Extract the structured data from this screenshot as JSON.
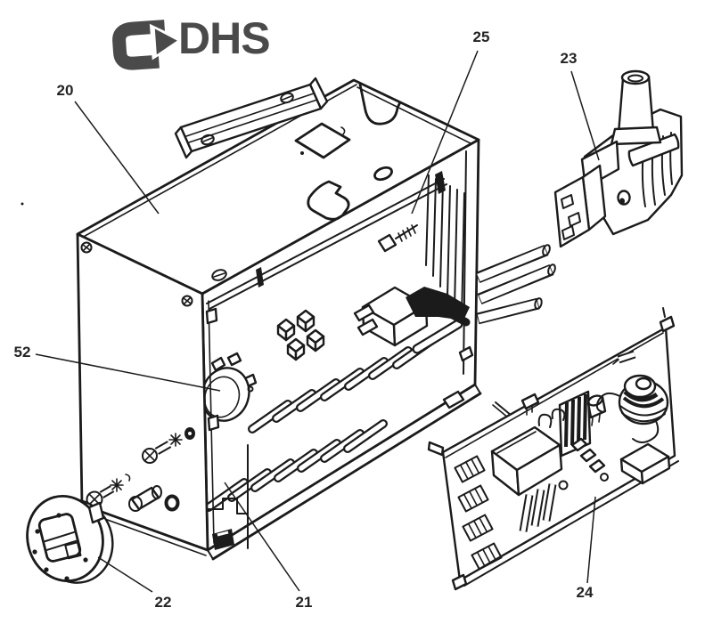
{
  "logo": {
    "text": "DHS"
  },
  "parts": [
    {
      "label": "20"
    },
    {
      "label": "21"
    },
    {
      "label": "22"
    },
    {
      "label": "23"
    },
    {
      "label": "24"
    },
    {
      "label": "25"
    },
    {
      "label": "52"
    }
  ],
  "colors": {
    "line": "#1b1b1b",
    "logo": "#4a4a4a",
    "label": "#242424",
    "background": "#ffffff"
  }
}
